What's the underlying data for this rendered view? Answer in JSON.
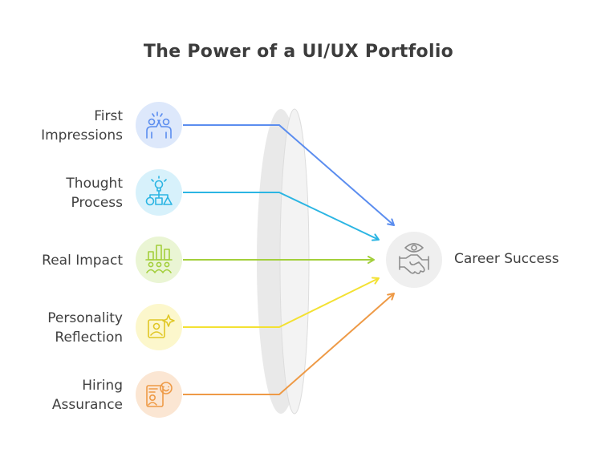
{
  "title": "The Power of a UI/UX Portfolio",
  "outcome": {
    "label": "Career Success",
    "icon": "handshake-eye-icon",
    "color": "#efefef"
  },
  "factors": [
    {
      "label": "First\nImpressions",
      "icon": "team-celebration-icon",
      "color": "#5b8def",
      "bg": "#dde8fb"
    },
    {
      "label": "Thought\nProcess",
      "icon": "idea-flowchart-icon",
      "color": "#2bb5e3",
      "bg": "#d7f1fb"
    },
    {
      "label": "Real Impact",
      "icon": "bar-chart-people-icon",
      "color": "#a3cf3b",
      "bg": "#eaf5d4"
    },
    {
      "label": "Personality\nReflection",
      "icon": "profile-sparkle-icon",
      "color": "#f3e133",
      "bg": "#fcf7cc"
    },
    {
      "label": "Hiring\nAssurance",
      "icon": "interview-icon",
      "color": "#ee9a46",
      "bg": "#fbe6d3"
    }
  ]
}
